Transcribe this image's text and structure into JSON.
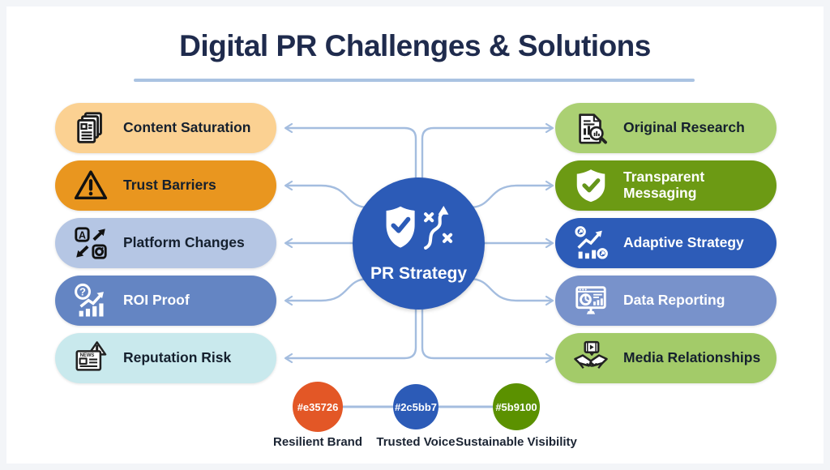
{
  "title": {
    "text": "Digital PR Challenges & Solutions"
  },
  "center": {
    "label": "PR Strategy",
    "bg": "#2c5bb7",
    "icon": "shield-strategy-icon"
  },
  "challenges": {
    "items": [
      {
        "label": "Content Saturation",
        "icon": "stacked-documents-icon",
        "bg": "#fbd192",
        "text_color": "#15202e"
      },
      {
        "label": "Trust Barriers",
        "icon": "warning-triangle-icon",
        "bg": "#e9961f",
        "text_color": "#15202e"
      },
      {
        "label": "Platform Changes",
        "icon": "apps-shuffle-icon",
        "bg": "#b5c6e4",
        "text_color": "#15202e"
      },
      {
        "label": "ROI Proof",
        "icon": "roi-question-chart-icon",
        "bg": "#6485c3",
        "text_color": "#ffffff"
      },
      {
        "label": "Reputation Risk",
        "icon": "news-alert-icon",
        "bg": "#c9e9ed",
        "text_color": "#15202e"
      }
    ]
  },
  "solutions": {
    "items": [
      {
        "label": "Original Research",
        "icon": "research-document-icon",
        "bg": "#abd073",
        "text_color": "#15202e"
      },
      {
        "label": "Transparent Messaging",
        "icon": "shield-check-icon",
        "bg": "#6c9a14",
        "text_color": "#ffffff"
      },
      {
        "label": "Adaptive Strategy",
        "icon": "adaptive-chart-icon",
        "bg": "#2d5cb8",
        "text_color": "#ffffff"
      },
      {
        "label": "Data Reporting",
        "icon": "monitor-analytics-icon",
        "bg": "#7892cb",
        "text_color": "#ffffff"
      },
      {
        "label": "Media Relationships",
        "icon": "handshake-media-icon",
        "bg": "#a3cb69",
        "text_color": "#15202e"
      }
    ]
  },
  "legend": {
    "items": [
      {
        "hex": "#e35726",
        "label": "Resilient Brand"
      },
      {
        "hex": "#2c5bb7",
        "label": "Trusted Voice"
      },
      {
        "hex": "#5b9100",
        "label": "Sustainable Visibility"
      }
    ]
  },
  "icon_text": {
    "news_banner": "NEWS",
    "roi_question_mark": "?",
    "platform_a": "A"
  },
  "palette": {
    "connector": "#a4bddf",
    "title": "#1f2b4d",
    "underline": "#aac3e2"
  }
}
